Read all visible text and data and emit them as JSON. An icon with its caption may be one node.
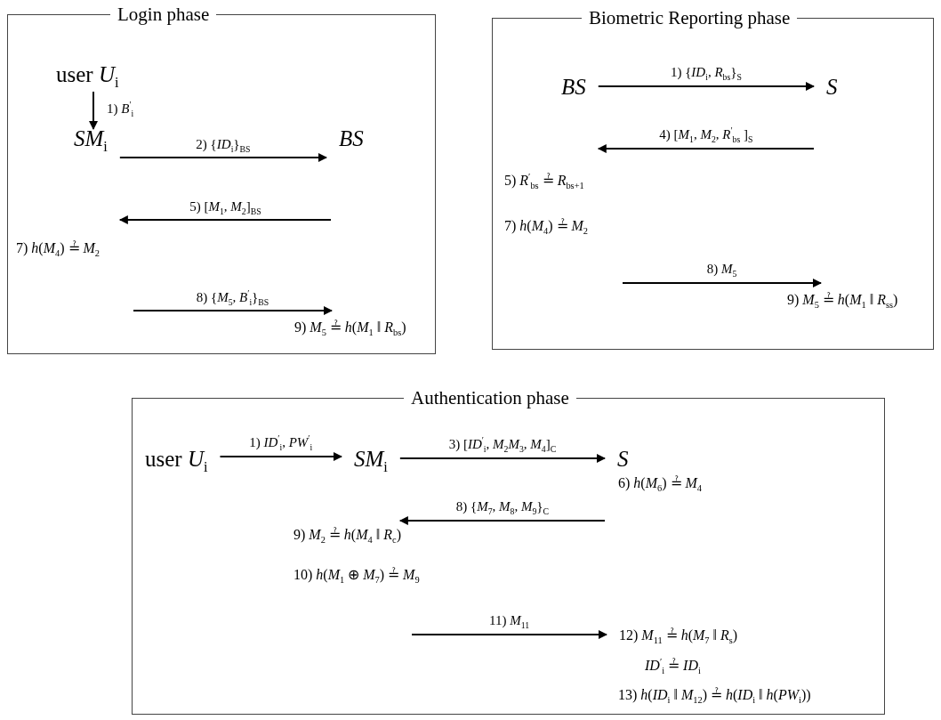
{
  "diagram": {
    "nodes": [
      {
        "text": [
          "Login phase"
        ]
      },
      {
        "text": [
          "user *U*$_{i}$"
        ],
        "in": 0
      },
      {
        "text": [
          "*SM*$_{i}$"
        ],
        "in": 0
      },
      {
        "text": [
          "*BS*"
        ],
        "in": 0
      },
      {
        "text": [
          "Biometric Reporting phase"
        ]
      },
      {
        "text": [
          "*BS*"
        ],
        "in": 4
      },
      {
        "text": [
          "*S*"
        ],
        "in": 4
      },
      {
        "text": [
          "Authentication phase"
        ]
      },
      {
        "text": [
          "user *U*$_{i}$"
        ],
        "in": 7
      },
      {
        "text": [
          "*SM*$_{i}$"
        ],
        "in": 7
      },
      {
        "text": [
          "*S*"
        ],
        "in": 7
      },
      {
        "text": [
          "9) *M*$_{5}$ ≟ *h*(*M*$_{1}$ ‖ *R*$_{bs}$)"
        ],
        "in": 0
      },
      {
        "text": [
          "9) *M*$_{5}$ ≟ *h*(*M*$_{1}$ ‖ *R*$_{ss}$)"
        ],
        "in": 4
      },
      {
        "text": [
          "12) *M*$_{11}$ ≟ *h*(*M*$_{7}$ ‖ *R*$_{s}$)"
        ],
        "in": 7
      }
    ],
    "edges": [
      {
        "from": 1,
        "to": 2,
        "arrow": "to",
        "label": "1) *B*$^{′}$$_{i}$"
      },
      {
        "from": 2,
        "to": 3,
        "arrow": "to",
        "label": "2) {*ID*$_{i}$}$_{BS}$"
      },
      {
        "from": null,
        "to": 2,
        "arrow": "to",
        "label": "5) [*M*$_{1}$, *M*$_{2}$]$_{BS}$"
      },
      {
        "from": null,
        "to": 11,
        "arrow": "to",
        "label": "8) {*M*$_{5}$, *B*$^{′}$$_{i}$}$_{BS}$"
      },
      {
        "from": 5,
        "to": 6,
        "arrow": "to",
        "label": "1) {*ID*$_{i}$, *R*$_{bs}$}$_{S}$"
      },
      {
        "from": 6,
        "to": 5,
        "arrow": "to",
        "label": "4) [*M*$_{1}$, *M*$_{2}$, *R*$^{′}$$_{bs}$ ]$_{S}$"
      },
      {
        "from": null,
        "to": 12,
        "arrow": "to",
        "label": "8) *M*$_{5}$"
      },
      {
        "from": 8,
        "to": 9,
        "arrow": "to",
        "label": "1) *ID*$^{′}$$_{i}$, *PW*$^{′}$$_{i}$"
      },
      {
        "from": 9,
        "to": 10,
        "arrow": "to",
        "label": "3) [*ID*$^{′}$$_{i}$, *M*$_{2}$*M*$_{3}$, *M*$_{4}$]$_{C}$"
      },
      {
        "from": 10,
        "to": 9,
        "arrow": "to",
        "label": "8) {*M*$_{7}$, *M*$_{8}$, *M*$_{9}$}$_{C}$"
      },
      {
        "from": null,
        "to": 13,
        "arrow": "to",
        "label": "11) *M*$_{11}$"
      }
    ],
    "labels": [
      "7) *h*(*M*$_{4}$) ≟ *M*$_{2}$",
      "5) *R*$^{′}$$_{bs}$ ≟ *R*$_{bs+1}$",
      "7) *h*(*M*$_{4}$) ≟ *M*$_{2}$",
      "6) *h*(*M*$_{6}$) ≟ *M*$_{4}$",
      "9) *M*$_{2}$ ≟ *h*(*M*$_{4}$ ‖ *R*$_{c}$)",
      "10) *h*(*M*$_{1}$ ⊕ *M*$_{7}$) ≟ *M*$_{9}$",
      "*ID*$^{′}$$_{i}$ ≟ *ID*$_{i}$",
      "13) *h*(*ID*$_{i}$ ‖ *M*$_{12}$) ≟ *h*(*ID*$_{i}$ ‖ *h*(*PW*$_{i}$))"
    ]
  }
}
